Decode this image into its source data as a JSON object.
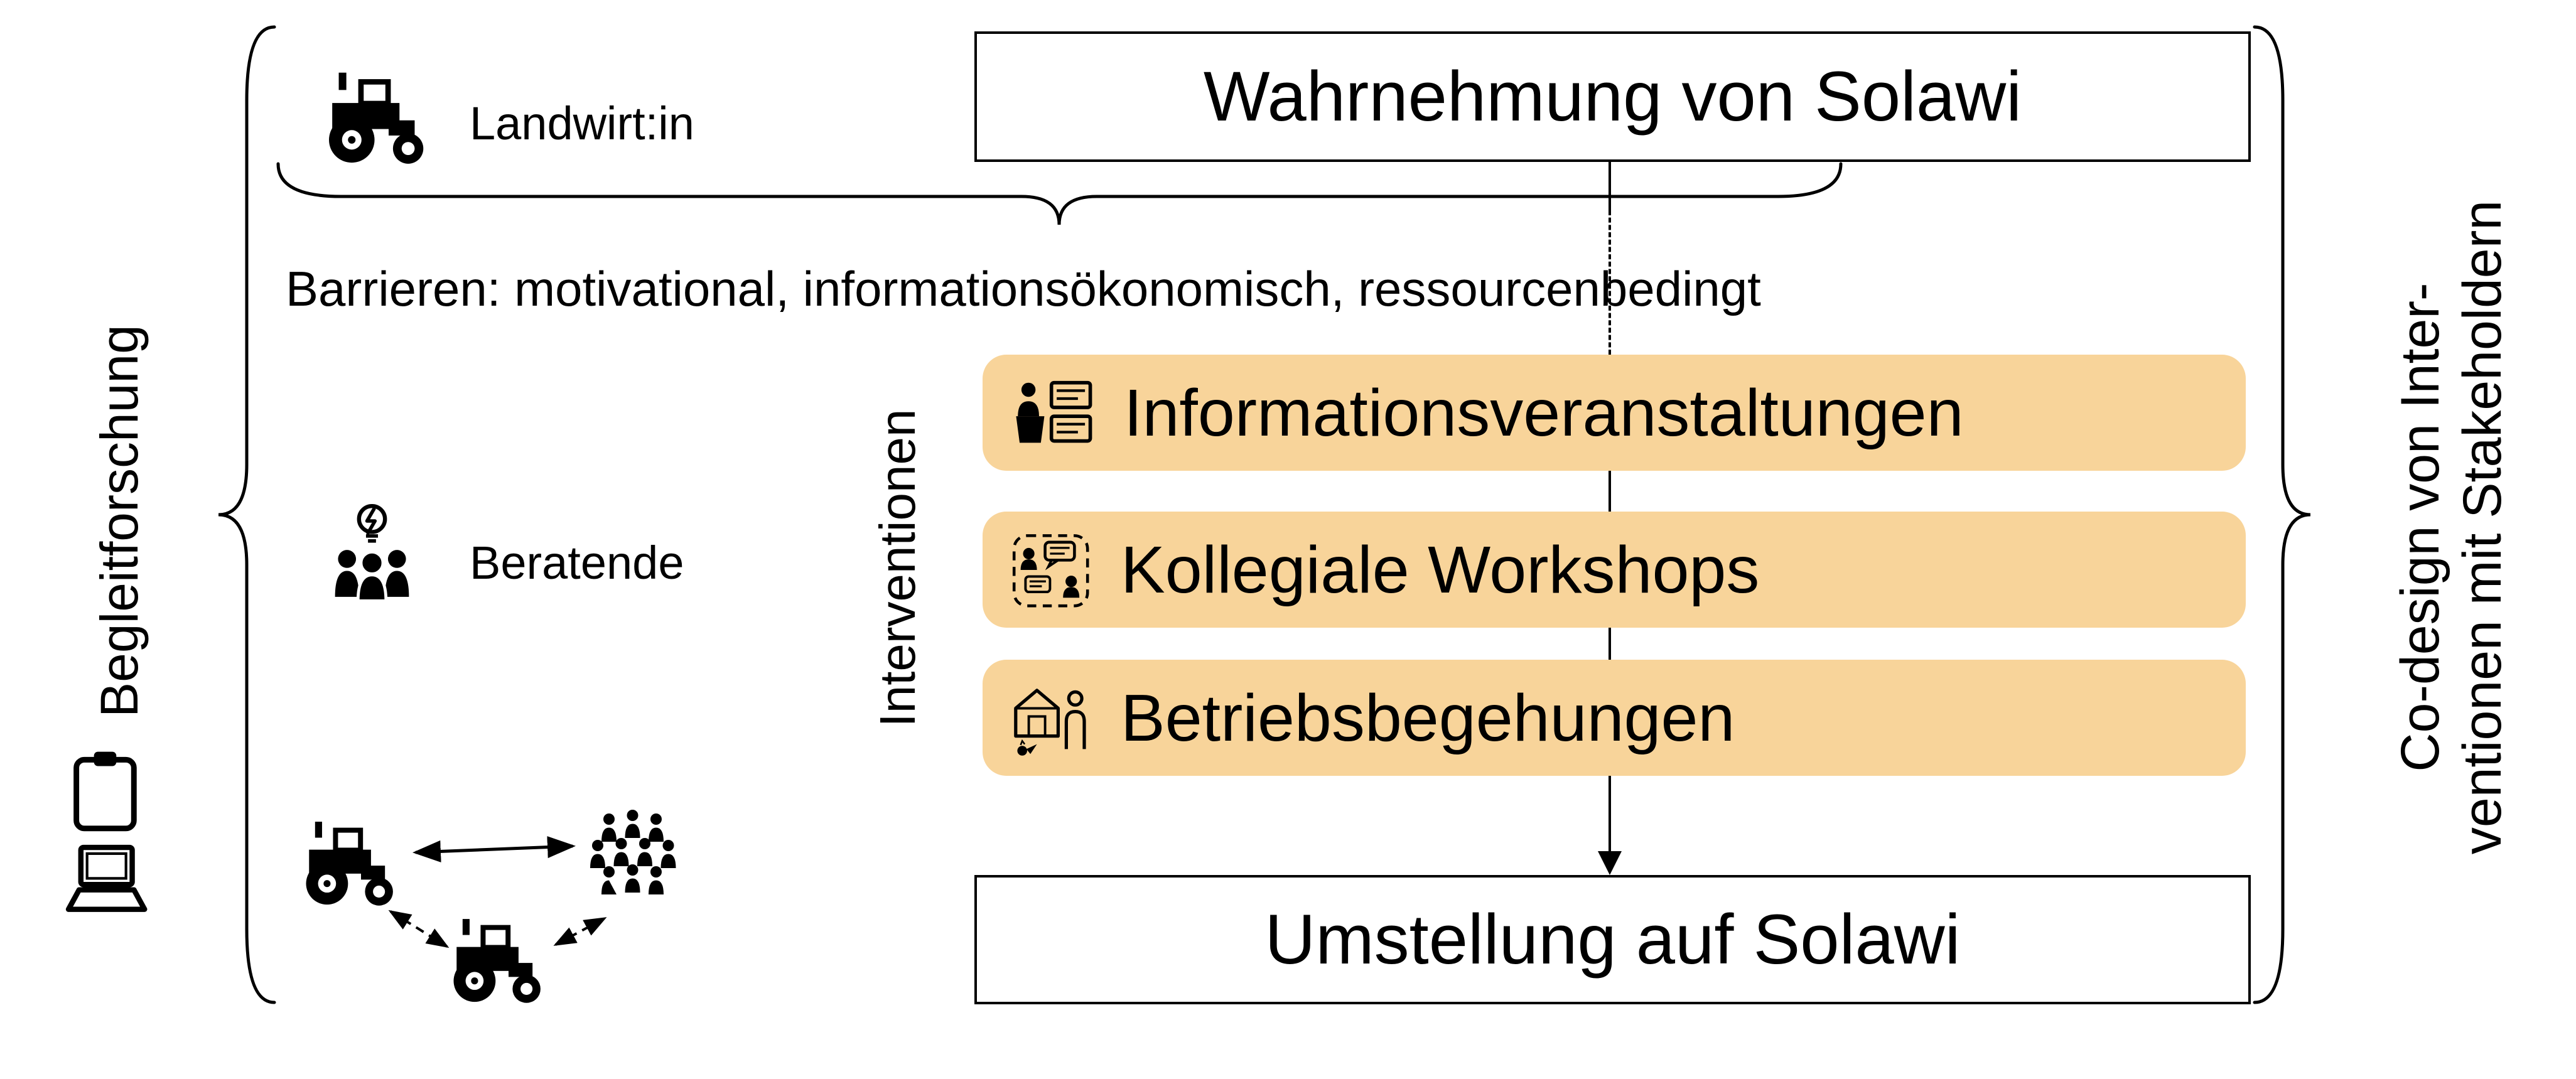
{
  "colors": {
    "highlight": "#F8D49A",
    "ink": "#000000"
  },
  "sidebar_left": {
    "label": "Begleitforschung",
    "icons": [
      "clipboard-icon",
      "laptop-icon"
    ]
  },
  "actors": {
    "farmer": {
      "label": "Landwirt:in",
      "icon": "tractor-icon"
    },
    "advisor": {
      "label": "Beratende",
      "icon": "advisor-group-icon"
    }
  },
  "flow": {
    "top_box": "Wahrnehmung von Solawi",
    "bottom_box": "Umstellung auf Solawi",
    "barriers": "Barrieren: motivational, informationsökonomisch, ressourcenbedingt"
  },
  "interventions": {
    "axis_label": "Interventionen",
    "items": [
      {
        "label": "Informationsveranstaltungen",
        "icon": "presentation-icon"
      },
      {
        "label": "Kollegiale Workshops",
        "icon": "workshop-icon"
      },
      {
        "label": "Betriebsbegehungen",
        "icon": "farm-visit-icon"
      }
    ]
  },
  "sidebar_right": {
    "label_line1": "Co-design von Inter-",
    "label_line2": "ventionen mit Stakeholdern"
  }
}
